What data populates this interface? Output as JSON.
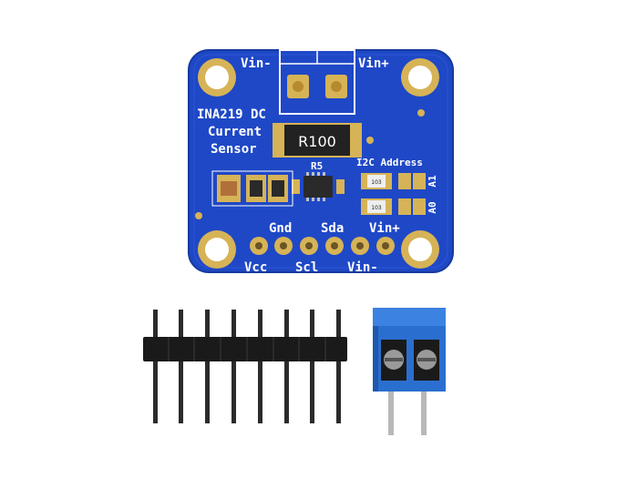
{
  "board": {
    "title_line1": "INA219 DC",
    "title_line2": "Current",
    "title_line3": "Sensor",
    "vin_minus_top": "Vin-",
    "vin_plus_top": "Vin+",
    "shunt_value": "R100",
    "resistor_ref": "R5",
    "i2c_label": "I2C Address",
    "a1_label": "A1",
    "a0_label": "A0",
    "smd_code_1": "103",
    "smd_code_2": "103",
    "pin_labels_top": [
      "Gnd",
      "Sda",
      "Vin+"
    ],
    "pin_labels_bottom": [
      "Vcc",
      "Scl",
      "Vin-"
    ]
  },
  "colors": {
    "pcb_blue": "#1f48c6",
    "terminal_blue": "#2a6fd0",
    "gold": "#c9a545",
    "header_black": "#1a1a1a"
  }
}
